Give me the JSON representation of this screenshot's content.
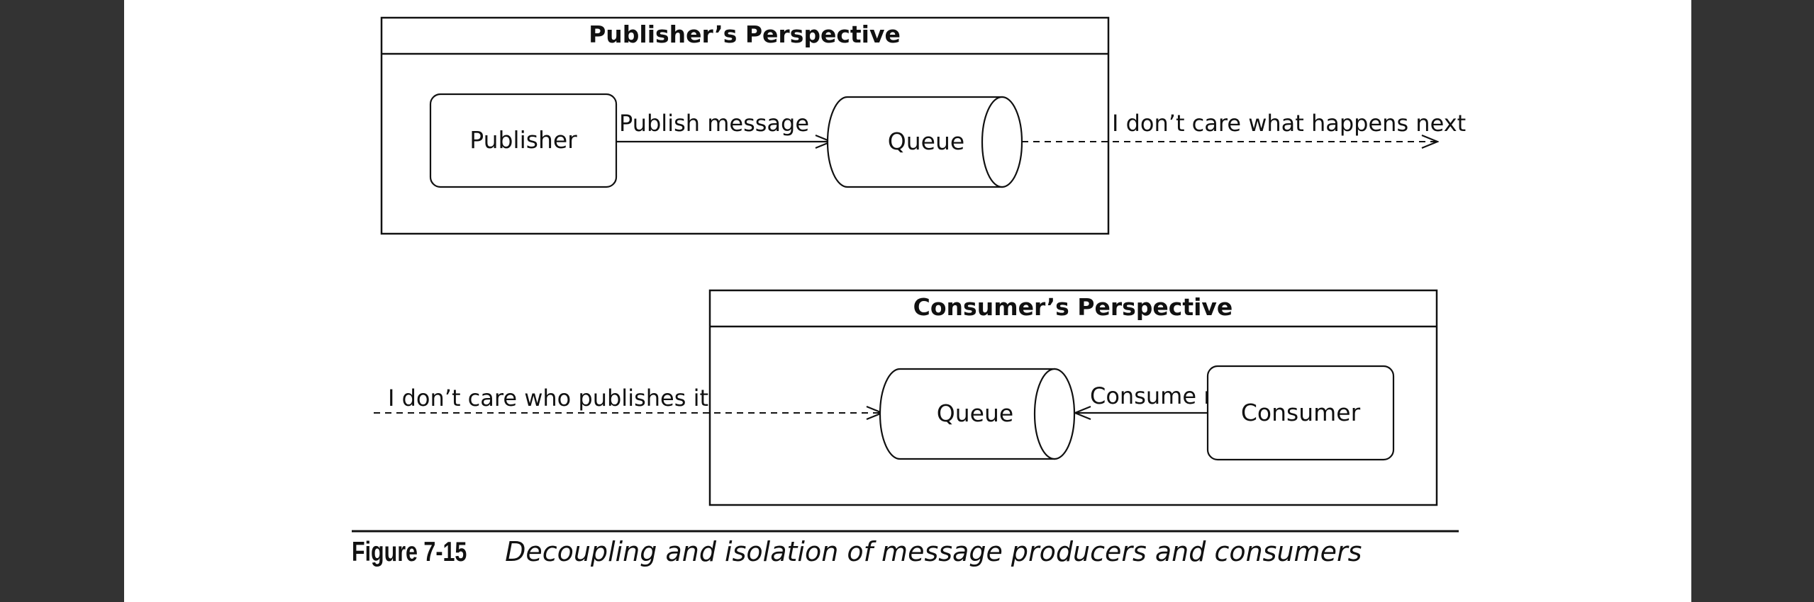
{
  "publisher_panel": {
    "title": "Publisher’s Perspective",
    "publisher_node": "Publisher",
    "queue_node": "Queue",
    "publish_edge": "Publish message",
    "outgoing_note": "I don’t care what happens next"
  },
  "consumer_panel": {
    "title": "Consumer’s Perspective",
    "queue_node": "Queue",
    "consumer_node": "Consumer",
    "consume_edge": "Consume message",
    "incoming_note": "I don’t care who publishes it"
  },
  "caption": {
    "number": "Figure 7-15",
    "text": "Decoupling and isolation of message producers and consumers"
  },
  "colors": {
    "margin": "#333333",
    "page": "#ffffff",
    "ink": "#111111"
  }
}
